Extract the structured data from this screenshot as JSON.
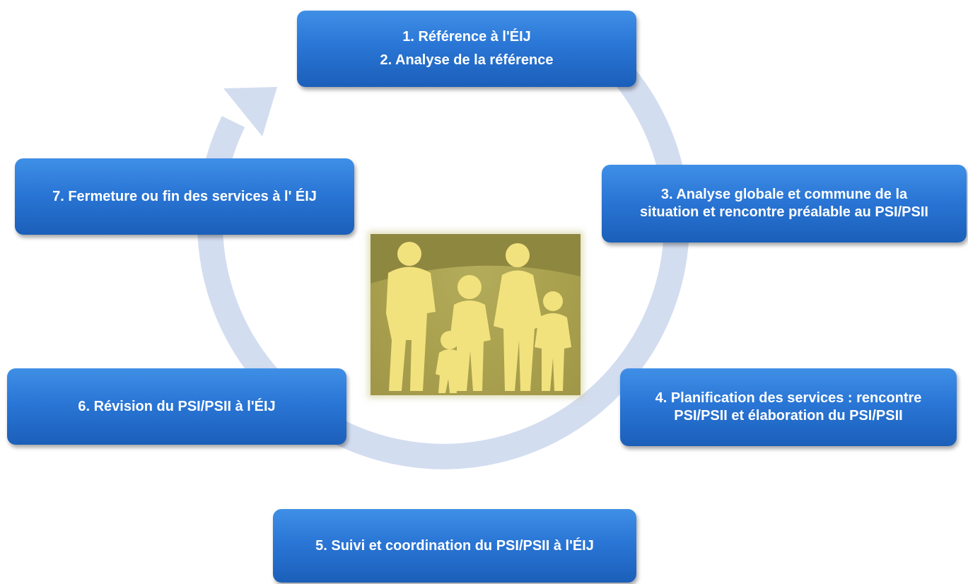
{
  "steps": {
    "step1": {
      "line1": "1. Référence à l'ÉIJ",
      "line2": "2. Analyse de la référence"
    },
    "step3": {
      "line1": "3. Analyse globale et commune de la",
      "line2": "situation et rencontre préalable au PSI/PSII"
    },
    "step4": {
      "line1": "4. Planification des services : rencontre",
      "line2": "PSI/PSII et élaboration du PSI/PSII"
    },
    "step5": {
      "line1": "5. Suivi et coordination du PSI/PSII à l'ÉIJ"
    },
    "step6": {
      "line1": "6. Révision du PSI/PSII à l'ÉIJ"
    },
    "step7": {
      "line1": "7. Fermeture ou fin des services à l' ÉIJ"
    }
  },
  "colors": {
    "box": "#2a76d6",
    "ring": "#d3ddf0",
    "image_background": "#aaa24f",
    "figures": "#f2e27e"
  },
  "icons": {
    "center": "family-silhouette-image",
    "cycle": "circular-arrow"
  }
}
